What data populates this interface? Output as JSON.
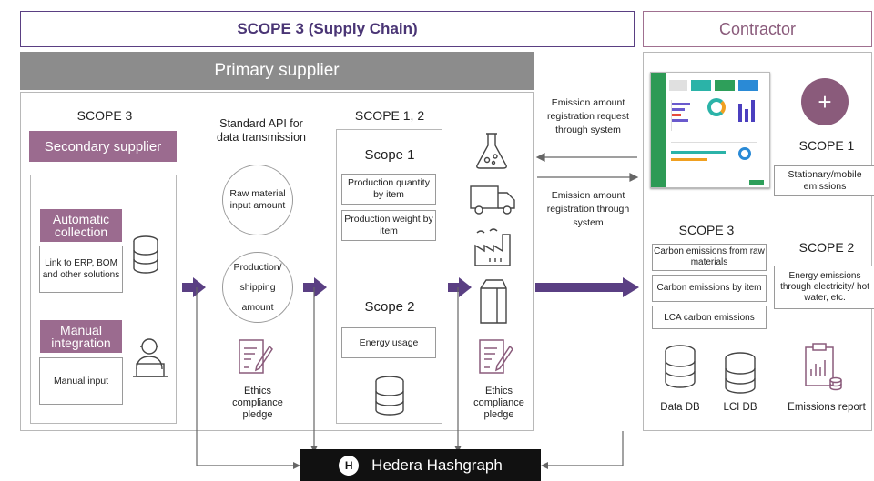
{
  "header": {
    "scope3_supply_chain": "SCOPE 3 (Supply Chain)",
    "contractor": "Contractor"
  },
  "primary_supplier": "Primary supplier",
  "left": {
    "scope3": "SCOPE 3",
    "secondary_supplier": "Secondary supplier",
    "automatic_collection": "Automatic collection",
    "erp_link": "Link to ERP, BOM and other solutions",
    "manual_integration": "Manual integration",
    "manual_input": "Manual input"
  },
  "api": {
    "title": "Standard API for data transmission",
    "raw_material": "Raw material input amount",
    "production_shipping": "Production/ shipping amount",
    "ethics": "Ethics compliance pledge"
  },
  "scope12": {
    "title": "SCOPE 1, 2",
    "scope1": "Scope 1",
    "prod_qty": "Production quantity by item",
    "prod_weight": "Production weight by item",
    "scope2": "Scope 2",
    "energy": "Energy usage"
  },
  "icons_col": {
    "ethics": "Ethics compliance pledge"
  },
  "middle": {
    "request_text": "Emission amount registration request through system",
    "registration_text": "Emission amount registration through system"
  },
  "contractor": {
    "scope1": "SCOPE 1",
    "stationary": "Stationary/mobile emissions",
    "scope3": "SCOPE 3",
    "carbon_raw": "Carbon emissions from raw materials",
    "carbon_item": "Carbon emissions by item",
    "lca": "LCA carbon emissions",
    "scope2": "SCOPE 2",
    "energy_emissions": "Energy emissions through electricity/ hot water, etc.",
    "data_db": "Data DB",
    "lci_db": "LCI DB",
    "emissions_report": "Emissions report",
    "plus": "+"
  },
  "footer": {
    "hedera": "Hedera Hashgraph",
    "hedera_logo": "H"
  },
  "colors": {
    "arrow_purple": "#5a3f83",
    "pink": "#9b6b8f",
    "dark": "#111111",
    "gray": "#8c8c8c"
  }
}
